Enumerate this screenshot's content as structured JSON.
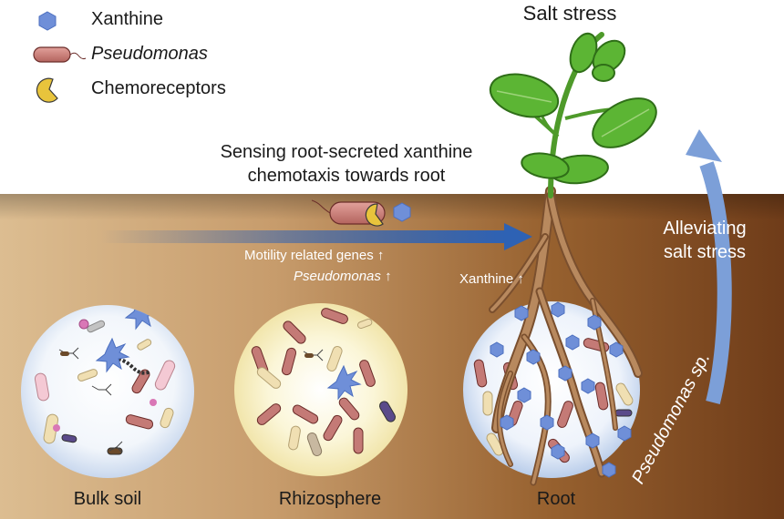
{
  "legend": {
    "items": [
      {
        "label": "Xanthine",
        "icon": "xanthine-hexagon-icon",
        "color": "#6f8fd8"
      },
      {
        "label": "Pseudomonas",
        "icon": "pseudomonas-rod-icon",
        "color": "#c47a76",
        "italic": true
      },
      {
        "label": "Chemoreceptors",
        "icon": "chemoreceptor-icon",
        "color": "#e8c43c"
      }
    ]
  },
  "title": "Salt stress",
  "sensing": {
    "line1": "Sensing root-secreted xanthine",
    "line2": "chemotaxis towards root"
  },
  "indicators": {
    "motility": "Motility related genes",
    "pseudomonas": "Pseudomonas",
    "xanthine": "Xanthine",
    "arrow_glyph": "↑"
  },
  "alleviating": {
    "line1": "Alleviating",
    "line2": "salt stress"
  },
  "curved_label": "Pseudomonas sp.",
  "zones": [
    "Bulk soil",
    "Rhizosphere",
    "Root"
  ],
  "colors": {
    "soil_light": "#d9b98c",
    "soil_dark": "#7a4420",
    "arrow_blue": "#2e62b4",
    "curved_arrow": "#7c9fd8",
    "leaf": "#58b030",
    "root": "#a97a52"
  }
}
